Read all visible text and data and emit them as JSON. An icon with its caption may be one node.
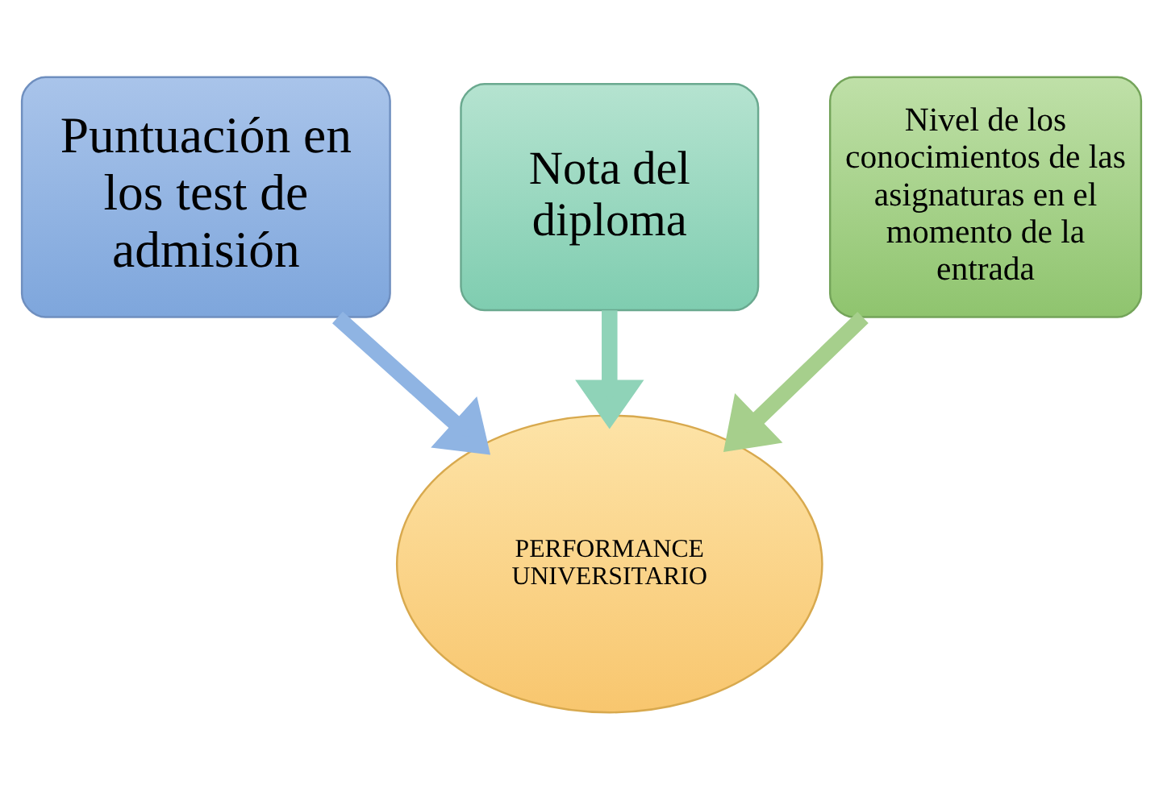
{
  "diagram": {
    "nodes": [
      {
        "text": [
          "Puntuación en los test de admisión"
        ]
      },
      {
        "text": [
          "Nota del diploma"
        ]
      },
      {
        "text": [
          "Nivel de los conocimientos de las asignaturas en el momento de la entrada"
        ]
      },
      {
        "text": [
          "PERFORMANCE UNIVERSITARIO"
        ]
      }
    ],
    "edges": [
      {
        "from": 0,
        "to": 3,
        "arrow": "to",
        "color": "#8fb4e3"
      },
      {
        "from": 1,
        "to": 3,
        "arrow": "to",
        "color": "#8fd3b8"
      },
      {
        "from": 2,
        "to": 3,
        "arrow": "to",
        "color": "#a6cf8c"
      }
    ]
  }
}
